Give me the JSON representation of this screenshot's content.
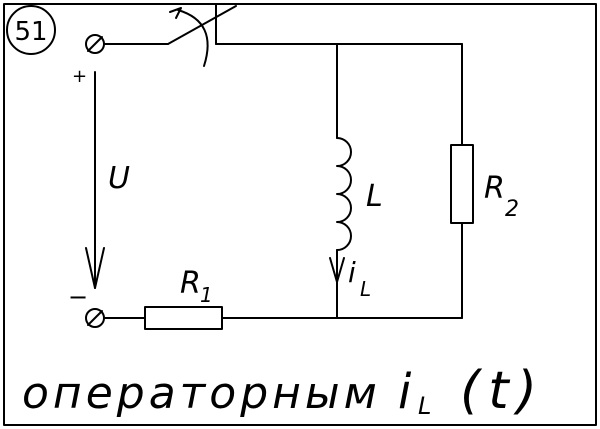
{
  "problem_number": "51",
  "labels": {
    "source_voltage": "U",
    "plus_sign": "+",
    "minus_sign": "−",
    "inductor": "L",
    "resistor_r1_main": "R",
    "resistor_r1_sub": "1",
    "resistor_r2_main": "R",
    "resistor_r2_sub": "2",
    "current_main": "i",
    "current_sub": "L"
  },
  "caption": {
    "text": "операторным",
    "formula_main": "i",
    "formula_sub": "L",
    "formula_arg": "(t)"
  }
}
